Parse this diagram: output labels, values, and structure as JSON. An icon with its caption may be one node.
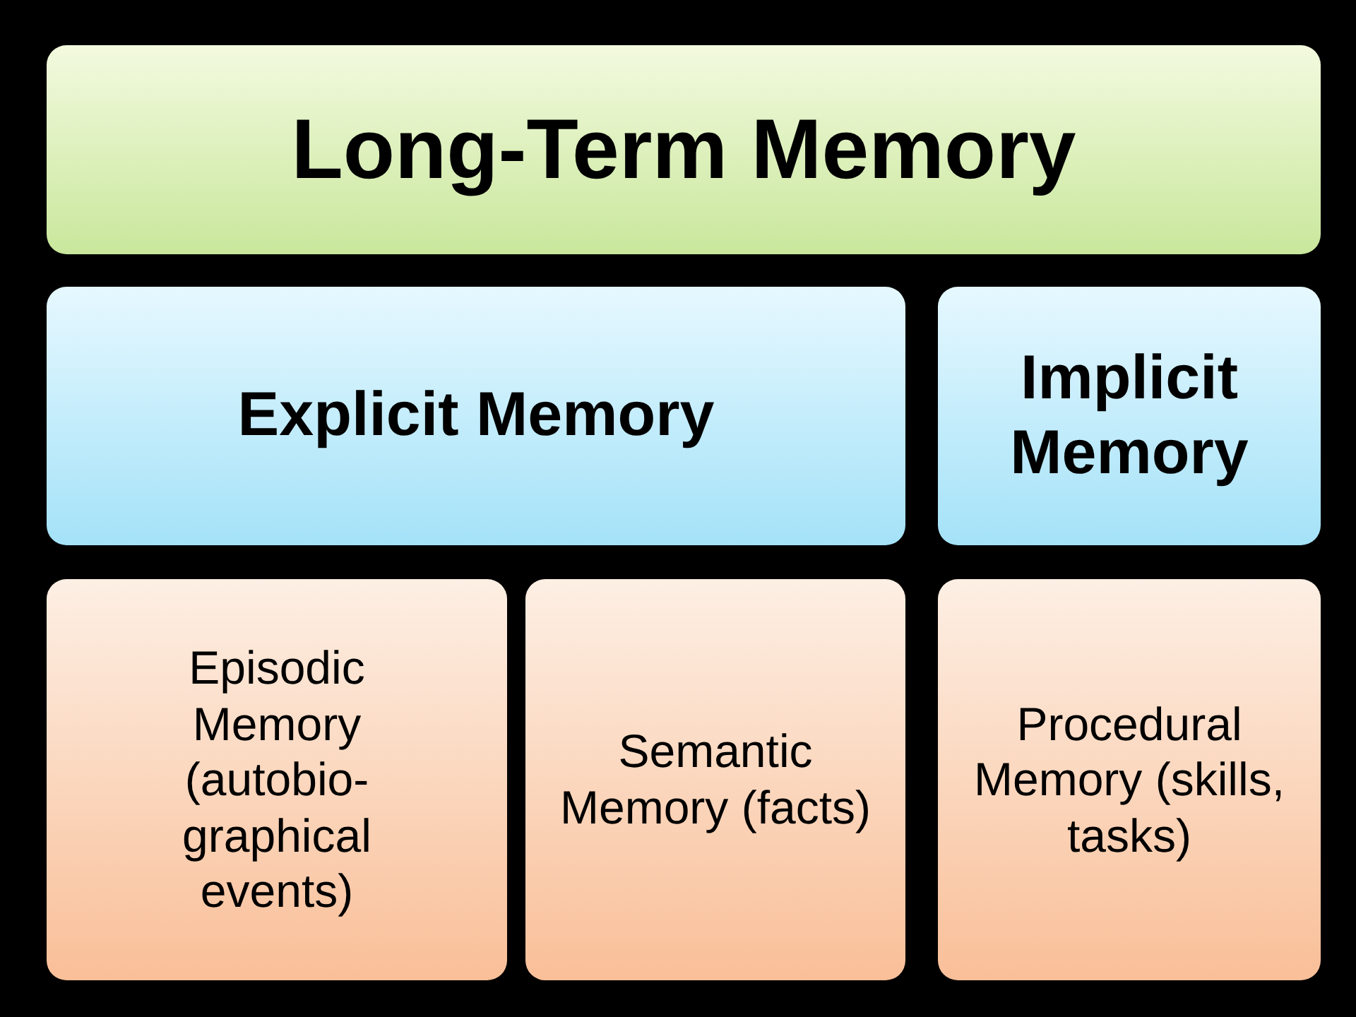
{
  "diagram": {
    "nodes": [
      {
        "text": [
          "Long-Term Memory"
        ]
      },
      {
        "text": [
          "Explicit Memory"
        ]
      },
      {
        "text": [
          "Implicit Memory"
        ]
      },
      {
        "text": [
          "Episodic Memory (autobio- graphical events)"
        ]
      },
      {
        "text": [
          "Semantic Memory (facts)"
        ]
      },
      {
        "text": [
          "Procedural Memory (skills, tasks)"
        ]
      }
    ]
  }
}
